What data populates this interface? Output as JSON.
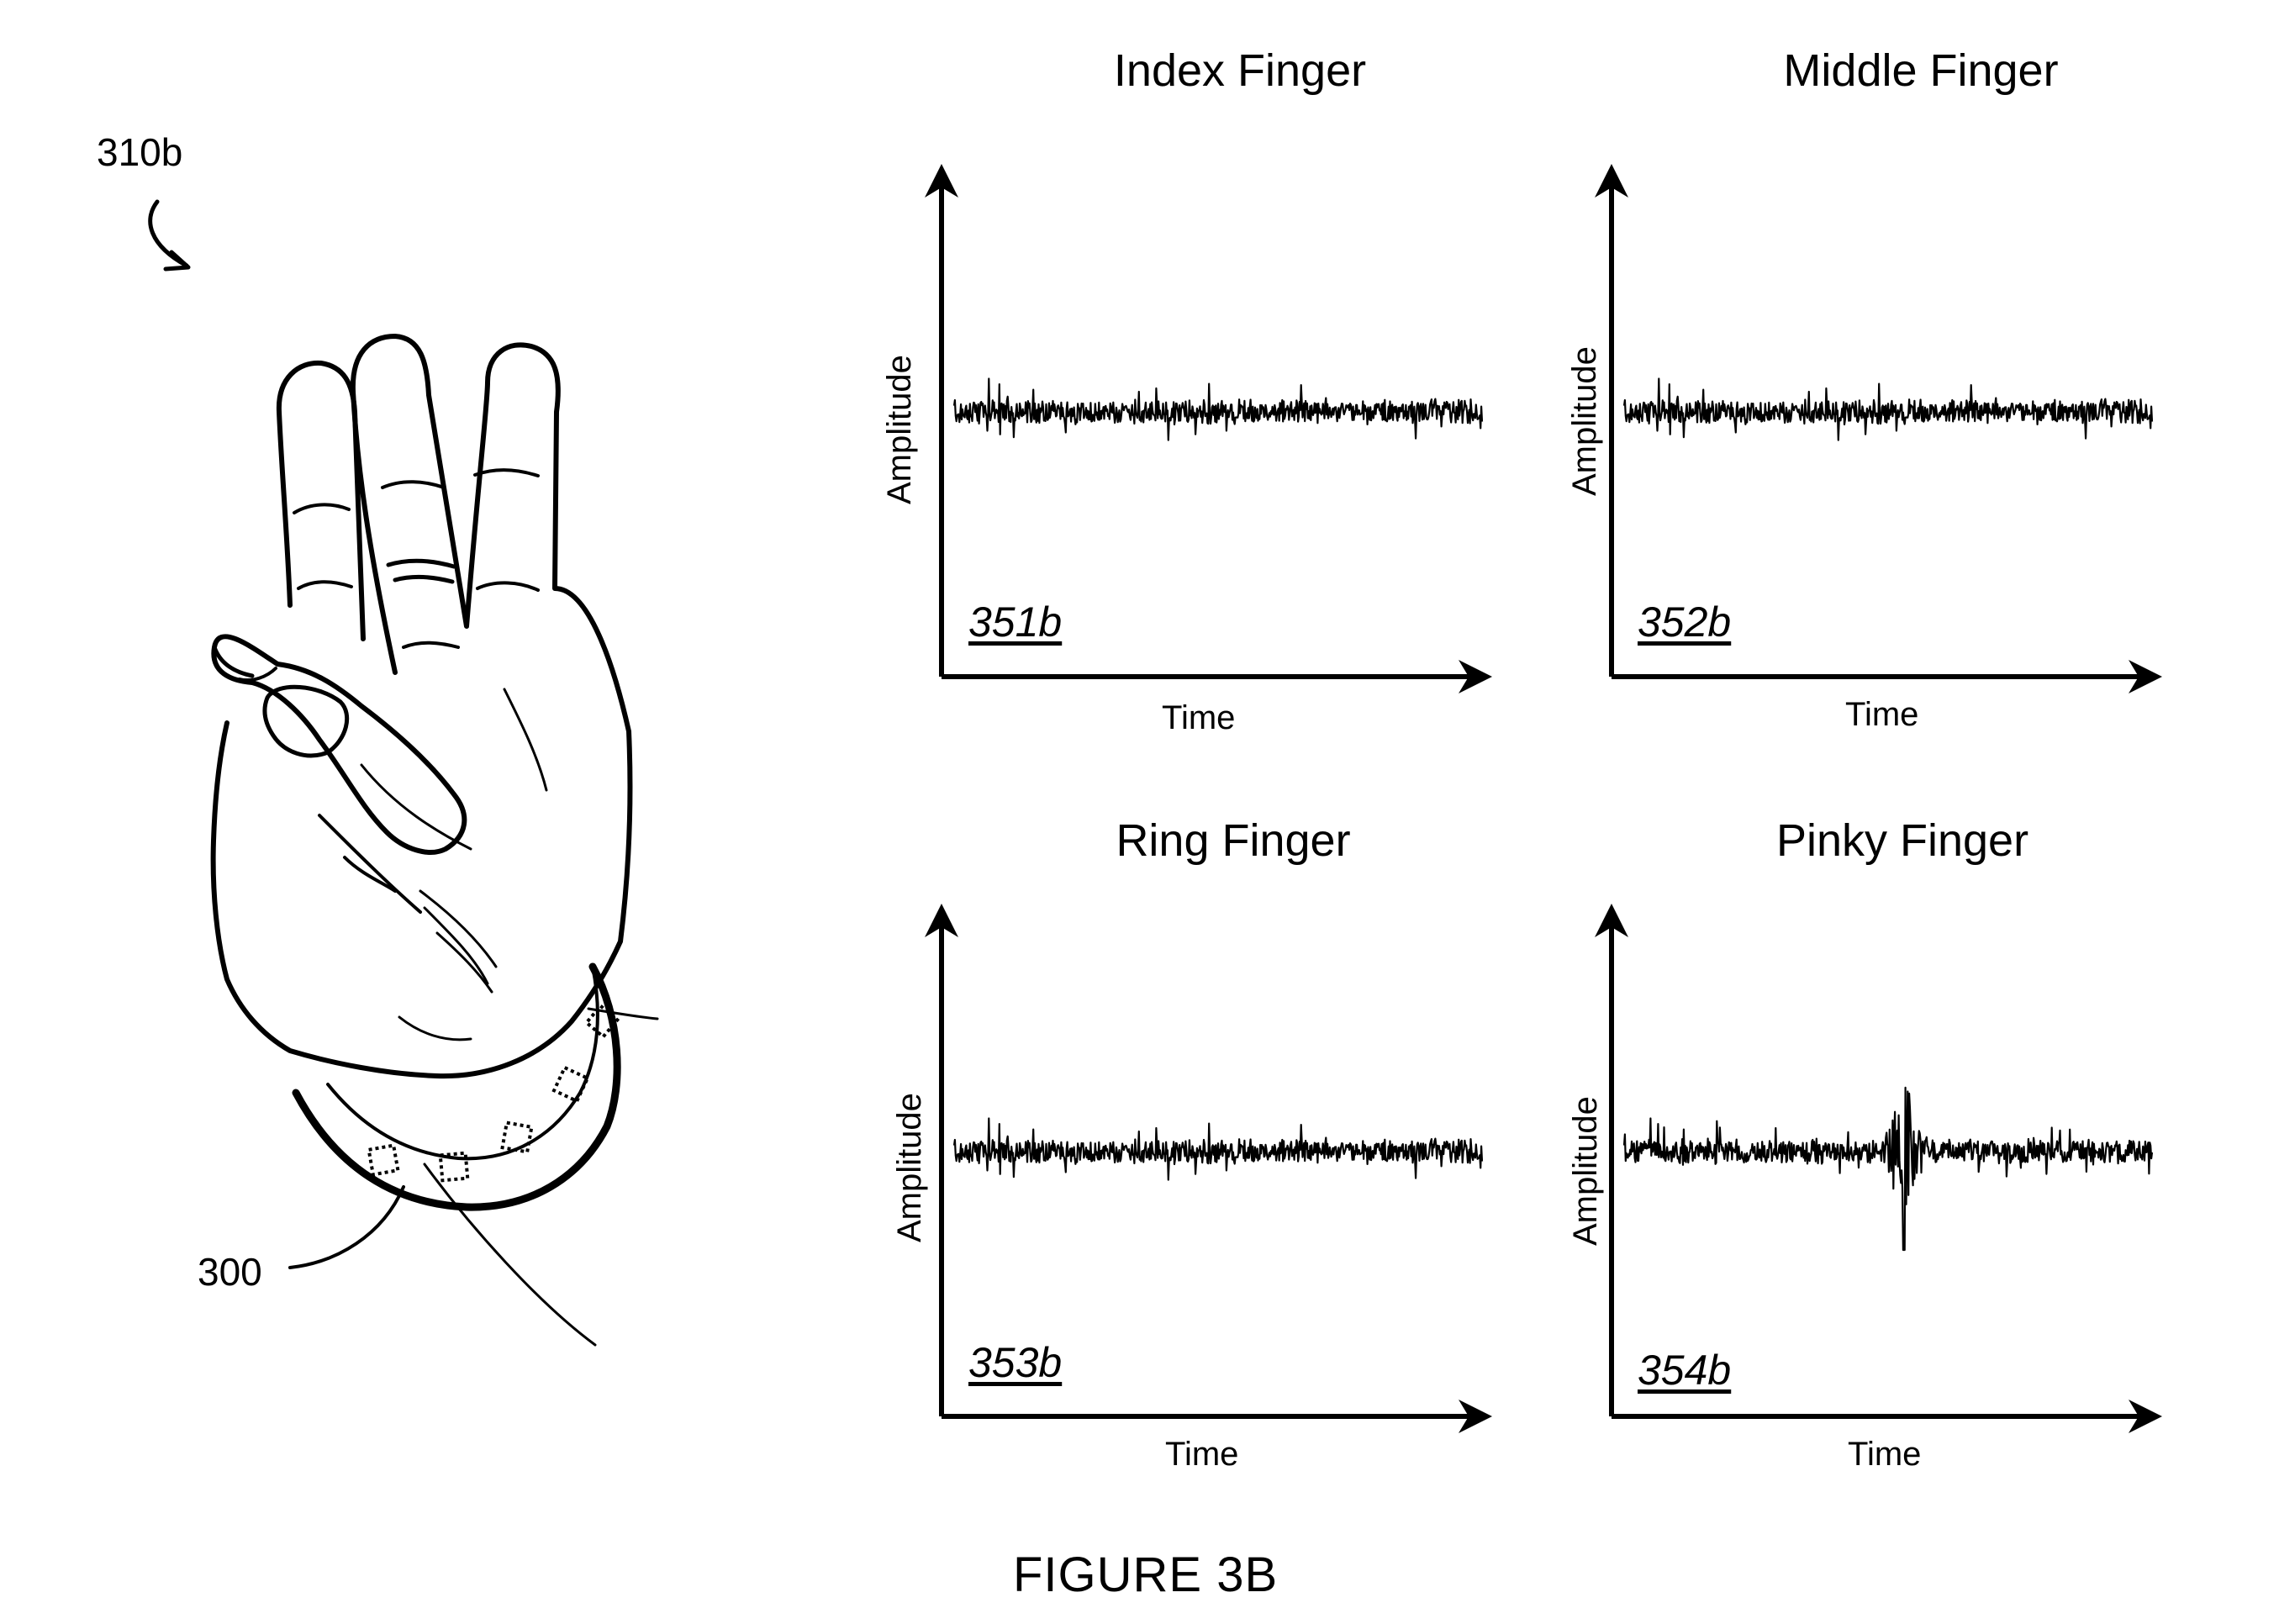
{
  "figure": {
    "caption": "FIGURE 3B",
    "hand": {
      "reference_label": "310b",
      "device_label": "300",
      "sensor_count": 5
    }
  },
  "chart_data": [
    {
      "type": "line",
      "title": "Index Finger",
      "reference": "351b",
      "xlabel": "Time",
      "ylabel": "Amplitude",
      "series": [
        {
          "values": "low-amplitude noise baseline, no burst"
        }
      ],
      "burst": null
    },
    {
      "type": "line",
      "title": "Middle Finger",
      "reference": "352b",
      "xlabel": "Time",
      "ylabel": "Amplitude",
      "series": [
        {
          "values": "low-amplitude noise baseline, no burst"
        }
      ],
      "burst": null
    },
    {
      "type": "line",
      "title": "Ring Finger",
      "reference": "353b",
      "xlabel": "Time",
      "ylabel": "Amplitude",
      "series": [
        {
          "values": "low-amplitude noise baseline, no burst"
        }
      ],
      "burst": null
    },
    {
      "type": "line",
      "title": "Pinky Finger",
      "reference": "354b",
      "xlabel": "Time",
      "ylabel": "Amplitude",
      "series": [
        {
          "values": "low-amplitude noise baseline with large burst near middle of time axis"
        }
      ],
      "burst": {
        "position_fraction": 0.53,
        "relative_amplitude": 6
      }
    }
  ]
}
